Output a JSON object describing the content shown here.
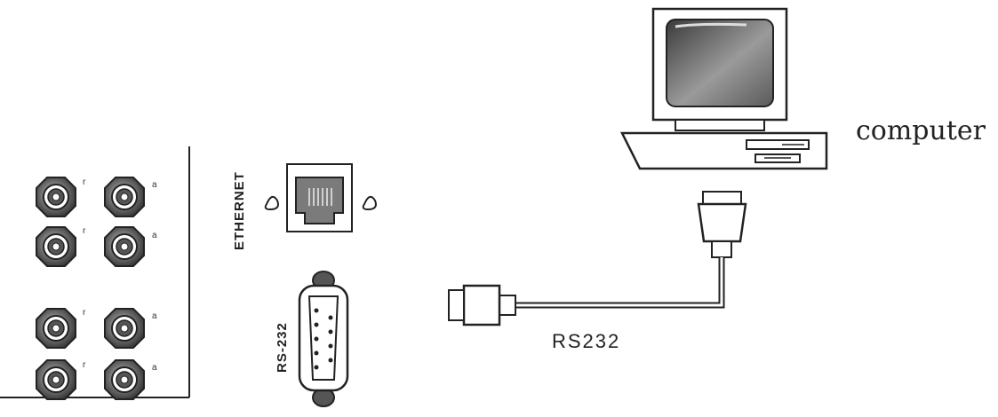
{
  "labels": {
    "computer": "computer",
    "cable": "RS232",
    "ethernet_port": "ETHERNET",
    "serial_port": "RS-232"
  },
  "bnc_marks": {
    "left": "r",
    "right": "a"
  },
  "icons": {
    "bnc": "bnc-connector-icon",
    "rj45": "rj45-port-icon",
    "db9": "db9-port-icon",
    "computer": "desktop-computer-icon",
    "plug": "serial-plug-icon"
  },
  "colors": {
    "line": "#222222",
    "metal": "#6b6b6b",
    "screen": "#7a7a7a",
    "fill": "#ffffff"
  }
}
